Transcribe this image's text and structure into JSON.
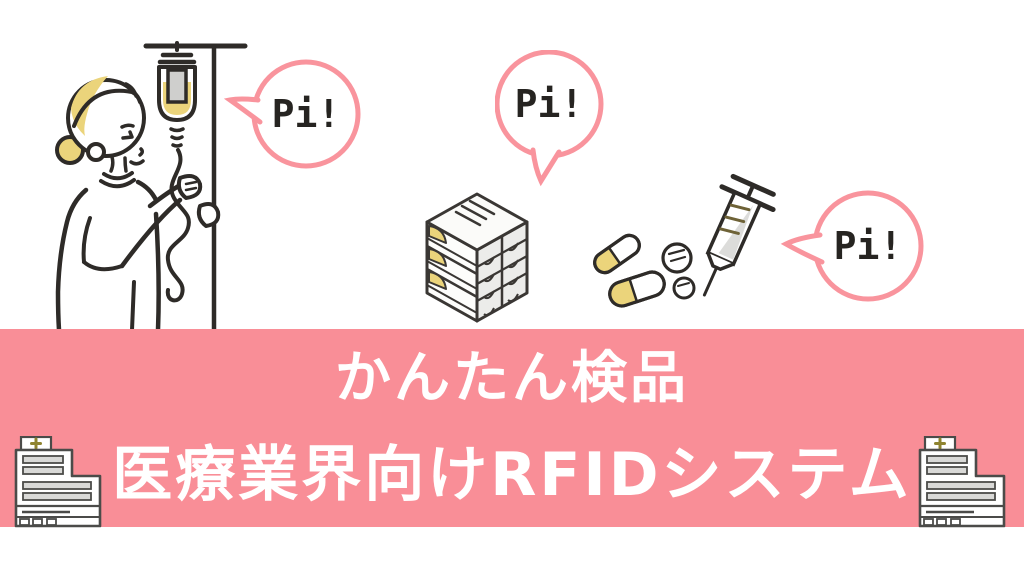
{
  "banner": {
    "title_line1": "かんたん検品",
    "title_line2": "医療業界向けRFIDシステム",
    "background_color": "#F98E97",
    "text_color": "#FFFFFF"
  },
  "speech_bubbles": [
    {
      "id": "iv-drip-bubble",
      "label": "Pi!"
    },
    {
      "id": "medicine-boxes-bubble",
      "label": "Pi!"
    },
    {
      "id": "syringe-bubble",
      "label": "Pi!"
    }
  ],
  "illustrations": {
    "nurse": "nurse-adjusting-iv-drip",
    "boxes": "stacked-medicine-boxes",
    "pills": "capsules-and-tablets",
    "syringe": "syringe",
    "hospital_left": "hospital-building",
    "hospital_right": "hospital-building"
  },
  "colors": {
    "accent_pink": "#F98E97",
    "bubble_stroke_pink": "#F9949D",
    "line_art_dark": "#2E2B28",
    "accent_yellow": "#EBD47B",
    "fill_gray": "#D9D9D7",
    "fill_light_gray": "#ECECEA",
    "cross_olive": "#8F8430",
    "background": "#FFFFFF"
  }
}
